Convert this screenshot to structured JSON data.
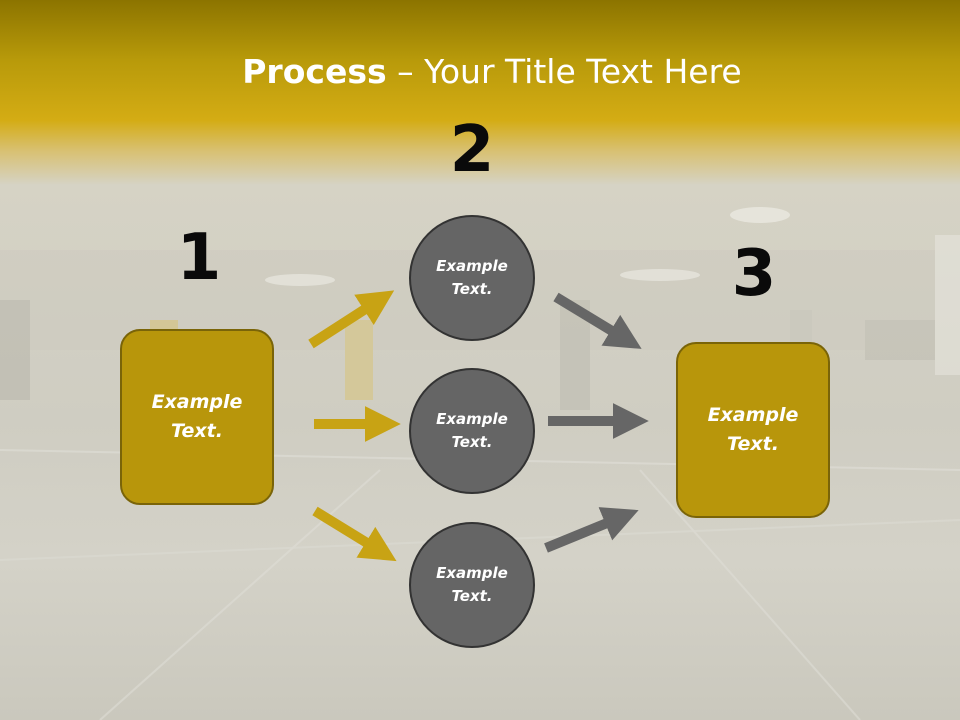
{
  "title": {
    "bold": "Process",
    "rest": " – Your Title Text Here"
  },
  "steps": [
    {
      "number": "1",
      "text_line1": "Example",
      "text_line2": "Text."
    },
    {
      "number": "2"
    },
    {
      "number": "3",
      "text_line1": "Example",
      "text_line2": "Text."
    }
  ],
  "circles": [
    {
      "text_line1": "Example",
      "text_line2": "Text."
    },
    {
      "text_line1": "Example",
      "text_line2": "Text."
    },
    {
      "text_line1": "Example",
      "text_line2": "Text."
    }
  ],
  "colors": {
    "accent_gold": "#b8960b",
    "circle_gray": "#656565",
    "arrow_gold": "#c8a314",
    "arrow_gray": "#666666"
  }
}
